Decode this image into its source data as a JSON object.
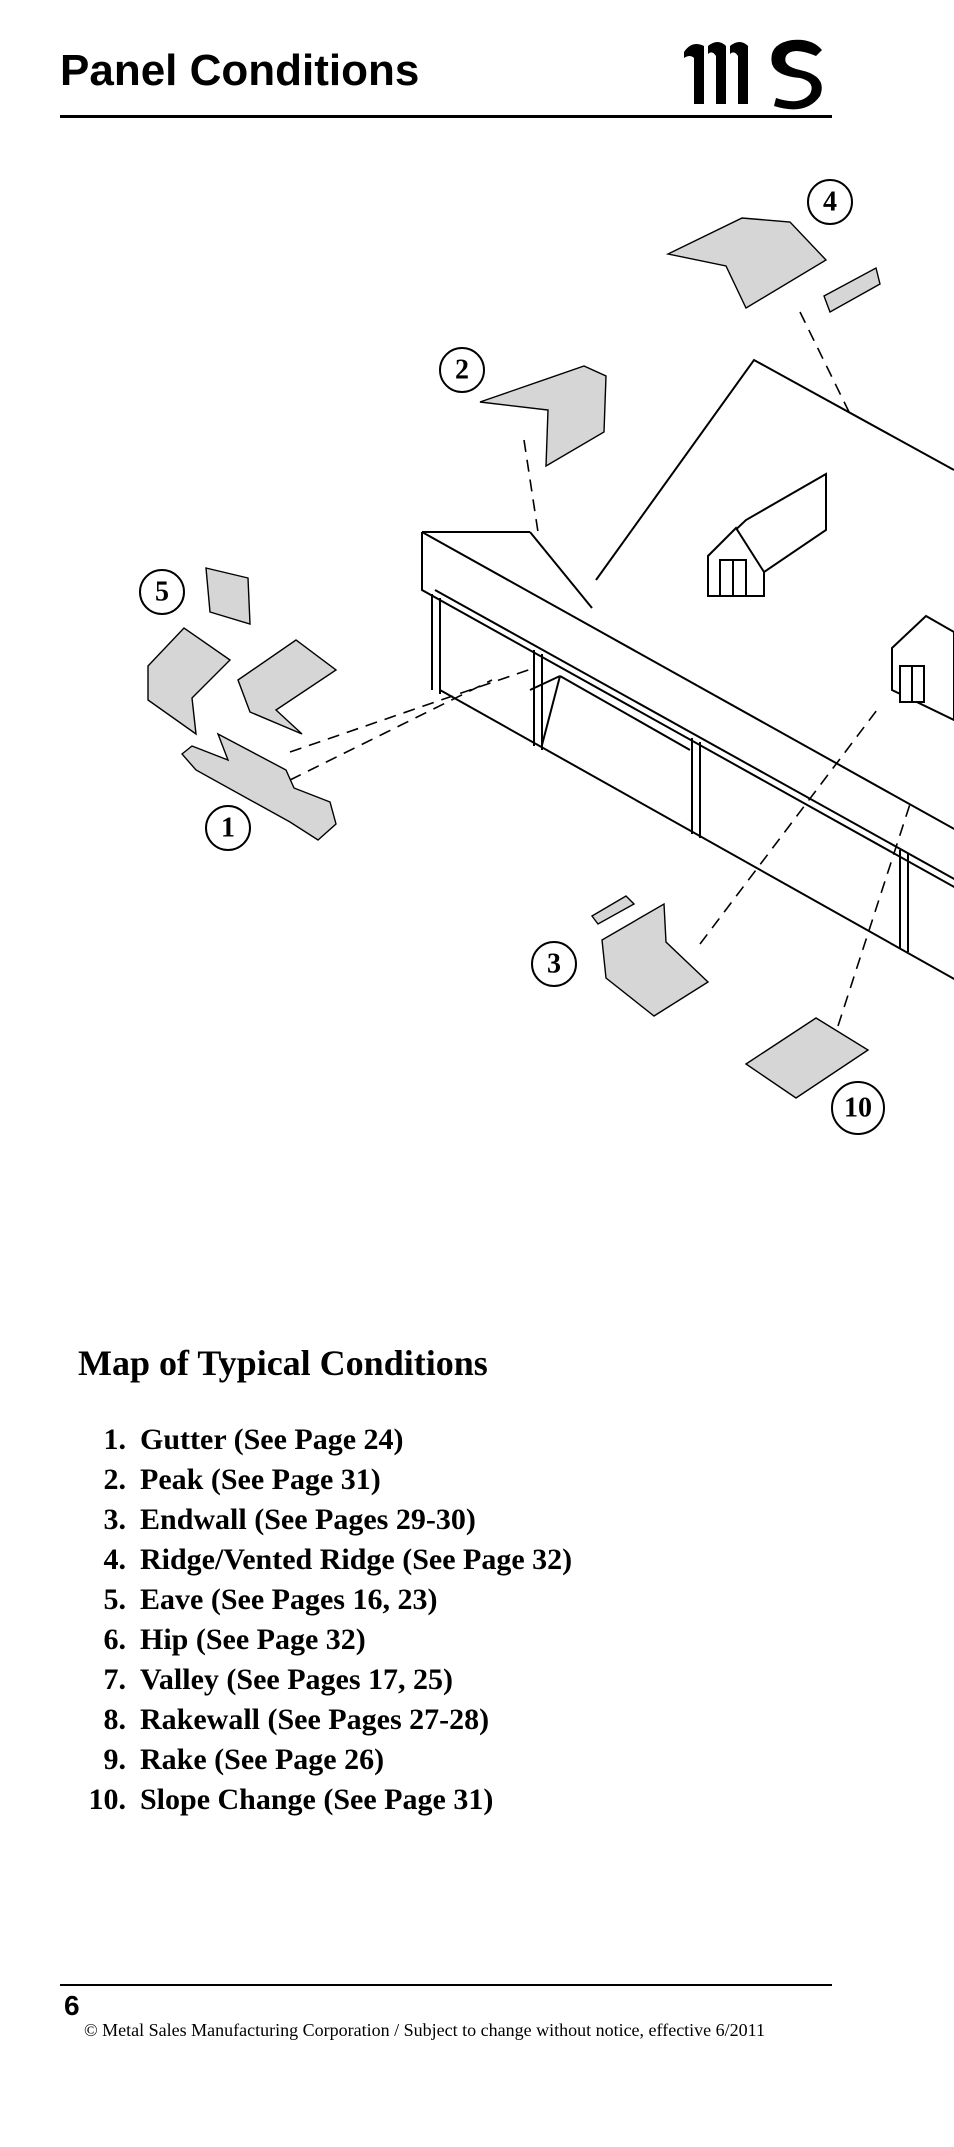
{
  "header": {
    "title": "Panel Conditions",
    "logo_text": "ms"
  },
  "diagram": {
    "callouts": [
      {
        "label": "1",
        "part": "gutter"
      },
      {
        "label": "2",
        "part": "peak"
      },
      {
        "label": "3",
        "part": "endwall"
      },
      {
        "label": "4",
        "part": "ridge"
      },
      {
        "label": "5",
        "part": "eave"
      },
      {
        "label": "10",
        "part": "slope-change"
      }
    ]
  },
  "section": {
    "title": "Map of Typical Conditions"
  },
  "conditions": [
    {
      "num": "1.",
      "text": "Gutter (See Page 24)"
    },
    {
      "num": "2.",
      "text": "Peak (See Page 31)"
    },
    {
      "num": "3.",
      "text": "Endwall (See Pages 29-30)"
    },
    {
      "num": "4.",
      "text": "Ridge/Vented Ridge (See Page 32)"
    },
    {
      "num": "5.",
      "text": "Eave (See Pages 16, 23)"
    },
    {
      "num": "6.",
      "text": "Hip (See Page 32)"
    },
    {
      "num": "7.",
      "text": "Valley (See Pages 17, 25)"
    },
    {
      "num": "8.",
      "text": "Rakewall (See Pages 27-28)"
    },
    {
      "num": "9.",
      "text": "Rake (See Page 26)"
    },
    {
      "num": "10.",
      "text": "Slope Change (See Page 31)"
    }
  ],
  "footer": {
    "page_number": "6",
    "copyright": "© Metal Sales Manufacturing Corporation / Subject to change without notice, effective 6/2011"
  }
}
